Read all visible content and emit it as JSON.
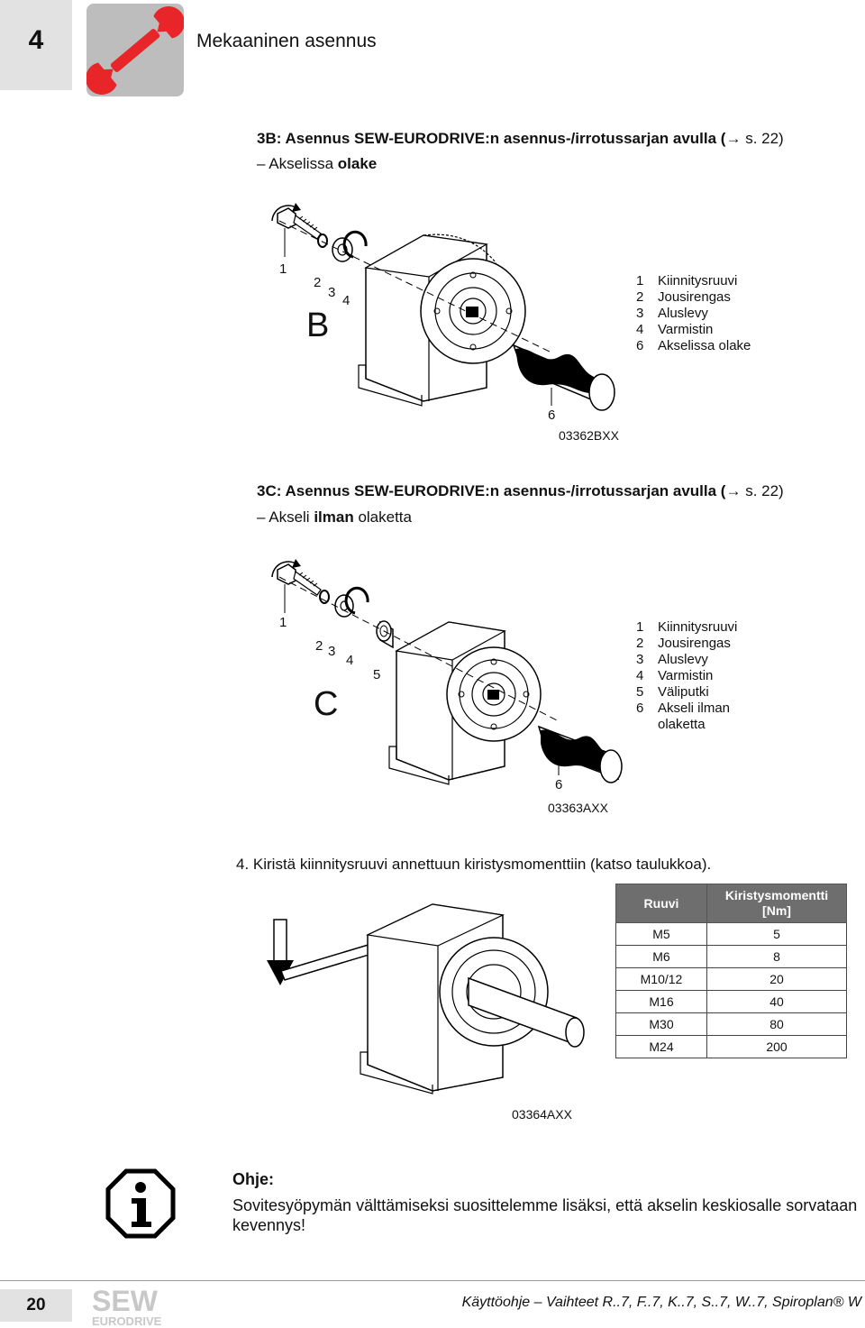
{
  "chapter": {
    "number": "4",
    "title": "Mekaaninen asennus",
    "icon": "wrench-icon"
  },
  "step_b": {
    "title_prefix": "3B: Asennus SEW-EURODRIVE:n asennus-/irrotussarjan avulla (",
    "arrow": "→",
    "title_suffix": " s. 22)",
    "sub_prefix": "– Akselissa ",
    "sub_bold": "olake",
    "figure_letter": "B",
    "callouts": [
      "1",
      "2",
      "3",
      "4",
      "6"
    ],
    "legend": [
      {
        "num": "1",
        "text": "Kiinnitysruuvi"
      },
      {
        "num": "2",
        "text": "Jousirengas"
      },
      {
        "num": "3",
        "text": "Aluslevy"
      },
      {
        "num": "4",
        "text": "Varmistin"
      },
      {
        "num": "6",
        "text": "Akselissa olake"
      }
    ],
    "figure_code": "03362BXX"
  },
  "step_c": {
    "title_prefix": "3C: Asennus SEW-EURODRIVE:n asennus-/irrotussarjan avulla (",
    "arrow": "→",
    "title_suffix": " s. 22)",
    "sub_prefix": "– Akseli ",
    "sub_bold": "ilman",
    "sub_suffix": " olaketta",
    "figure_letter": "C",
    "callouts": [
      "1",
      "2",
      "3",
      "4",
      "5",
      "6"
    ],
    "legend": [
      {
        "num": "1",
        "text": "Kiinnitysruuvi"
      },
      {
        "num": "2",
        "text": "Jousirengas"
      },
      {
        "num": "3",
        "text": "Aluslevy"
      },
      {
        "num": "4",
        "text": "Varmistin"
      },
      {
        "num": "5",
        "text": "Väliputki"
      },
      {
        "num": "6",
        "text": "Akseli ilman"
      },
      {
        "num": "",
        "text": "olaketta"
      }
    ],
    "figure_code": "03363AXX"
  },
  "step_4": {
    "text": "4. Kiristä kiinnitysruuvi annettuun kiristysmomenttiin (katso taulukkoa).",
    "figure_code": "03364AXX",
    "table": {
      "headers": [
        "Ruuvi",
        "Kiristysmomentti [Nm]"
      ],
      "rows": [
        [
          "M5",
          "5"
        ],
        [
          "M6",
          "8"
        ],
        [
          "M10/12",
          "20"
        ],
        [
          "M16",
          "40"
        ],
        [
          "M30",
          "80"
        ],
        [
          "M24",
          "200"
        ]
      ]
    }
  },
  "note": {
    "icon": "info-icon",
    "title": "Ohje:",
    "text": "Sovitesyöpymän välttämiseksi suosittelemme lisäksi, että akselin keskiosalle sorvataan kevennys!"
  },
  "footer": {
    "page": "20",
    "logo": "SEW EURODRIVE",
    "text": "Käyttöohje – Vaihteet R..7, F..7, K..7, S..7, W..7, Spiroplan® W"
  }
}
